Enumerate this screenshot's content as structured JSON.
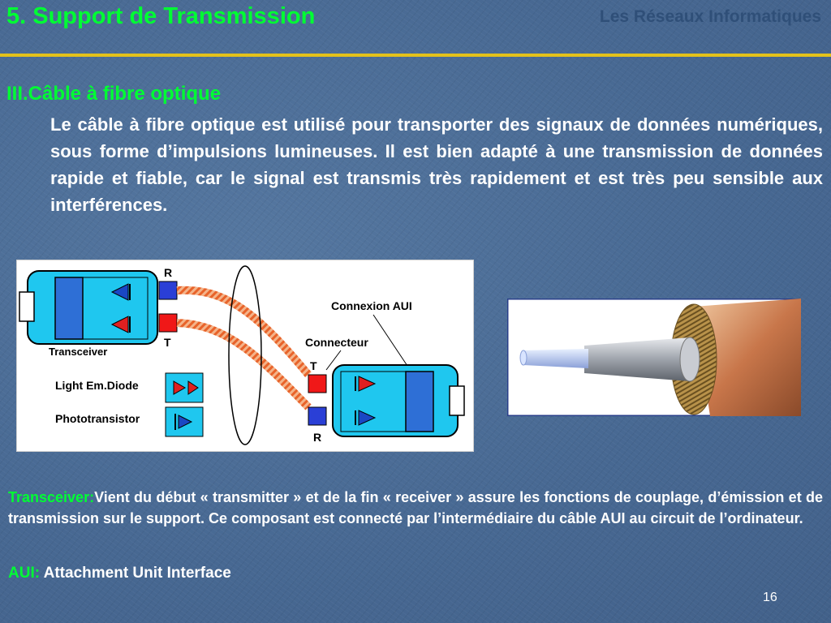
{
  "header": {
    "title": "5. Support de Transmission",
    "subtitle": "Les Réseaux Informatiques"
  },
  "section": {
    "heading": "III.Câble à fibre optique",
    "paragraph": "Le câble à fibre optique est utilisé pour transporter des signaux de données numériques, sous forme d’impulsions lumineuses. Il est bien adapté à une transmission de données rapide et fiable, car le signal est transmis très rapidement et est très peu sensible aux interférences."
  },
  "diagram": {
    "label_r_top": "R",
    "label_t_top": "T",
    "label_t_bottom": "T",
    "label_r_bottom": "R",
    "transceiver": "Transceiver",
    "connexion_aui": "Connexion AUI",
    "connecteur": "Connecteur",
    "light_em_diode": "Light Em.Diode",
    "phototransistor": "Phototransistor"
  },
  "notes": {
    "transceiver_term": "Transceiver:",
    "transceiver_text": "Vient du début « transmitter » et de la fin « receiver » assure les fonctions de couplage, d’émission et de transmission sur le support.  Ce  composant est connecté par l’intermédiaire du câble AUI au circuit de l’ordinateur.",
    "aui_term": "AUI:",
    "aui_text": " Attachment Unit Interface"
  },
  "footer": {
    "page_number": "16"
  },
  "colors": {
    "title_green": "#00ff33",
    "rule_yellow": "#e4c21a",
    "background_blue": "#4a6b94"
  }
}
